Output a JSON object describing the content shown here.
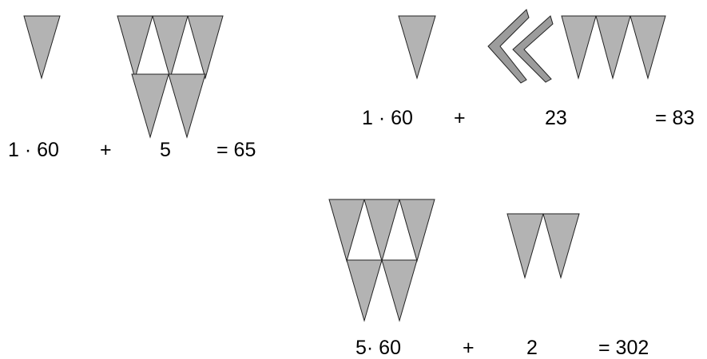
{
  "colors": {
    "wedge_fill": "#b3b3b3",
    "chevron_fill": "#9c9c9c",
    "stroke": "#222222",
    "text": "#000000",
    "background": "#ffffff"
  },
  "icons": {
    "one": "cuneiform-vertical-wedge",
    "ten": "cuneiform-chevron-wedge"
  },
  "examples": [
    {
      "high_digit_wedges": 1,
      "low_digit_tens": 0,
      "low_digit_wedges": 5,
      "high_text": "1 · 60",
      "plus": "+",
      "low_text": "5",
      "result": "= 65"
    },
    {
      "high_digit_wedges": 1,
      "low_digit_tens": 2,
      "low_digit_wedges": 3,
      "high_text": "1 · 60",
      "plus": "+",
      "low_text": "23",
      "result": "= 83"
    },
    {
      "high_digit_wedges": 5,
      "low_digit_tens": 0,
      "low_digit_wedges": 2,
      "high_text": "5· 60",
      "plus": "+",
      "low_text": "2",
      "result": "= 302"
    }
  ]
}
